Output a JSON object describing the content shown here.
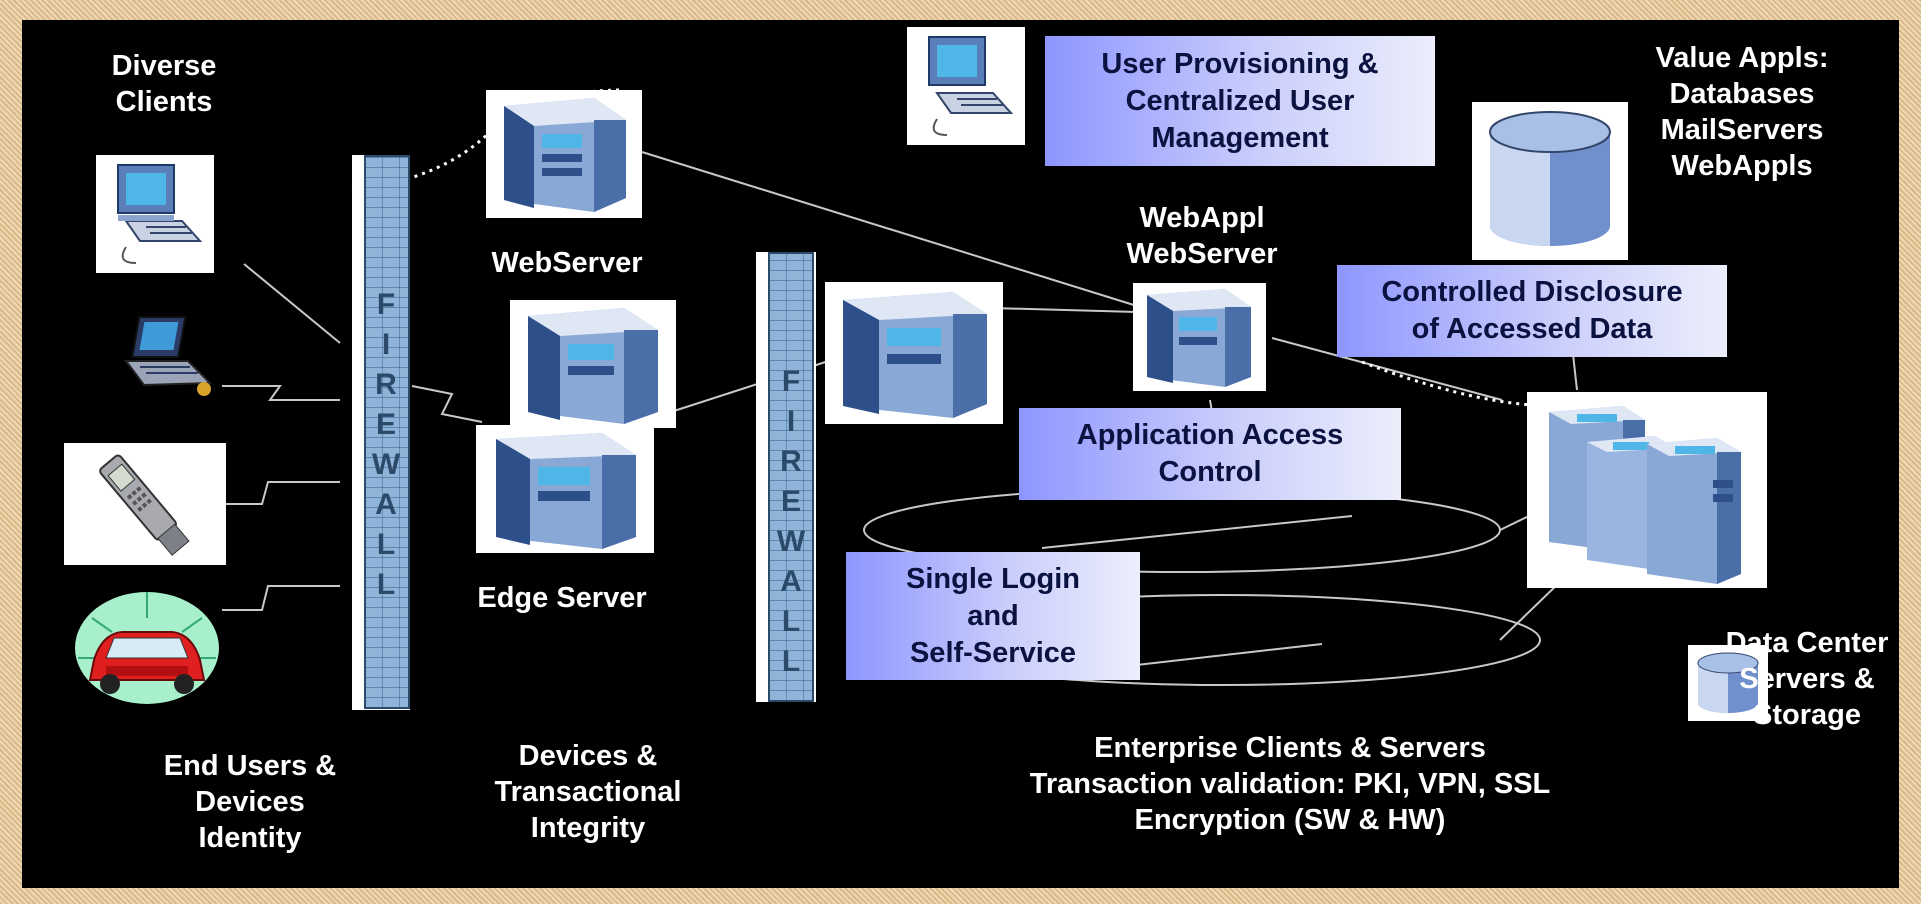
{
  "labels": {
    "diverse_clients": "Diverse\nClients",
    "webserver": "WebServer",
    "edge_server": "Edge Server",
    "webappl_webserver": "WebAppl\nWebServer",
    "value_appls": "Value Appls:\nDatabases\nMailServers\nWebAppls",
    "data_center": "Data Center\nServers &\nStorage",
    "end_users": "End Users &\nDevices\nIdentity",
    "devices_integrity": "Devices &\nTransactional\nIntegrity",
    "enterprise": "Enterprise Clients & Servers\nTransaction validation: PKI, VPN, SSL\nEncryption (SW & HW)"
  },
  "boxes": {
    "user_provisioning": "User Provisioning &\nCentralized User\nManagement",
    "controlled_disclosure": "Controlled Disclosure\nof Accessed Data",
    "app_access": "Application Access\nControl",
    "single_login": "Single Login\nand\nSelf-Service"
  },
  "firewall_text": "F\nI\nR\nE\nW\nA\nL\nL",
  "icons": [
    "desktop-computer-icon",
    "laptop-icon",
    "cell-phone-icon",
    "car-icon",
    "server-icon",
    "database-icon",
    "datacenter-servers-icon",
    "firewall-icon"
  ],
  "colors": {
    "background": "#000000",
    "box_gradient_start": "#8e96ff",
    "box_gradient_end": "#eceefb",
    "frame": "#e8c99a"
  }
}
